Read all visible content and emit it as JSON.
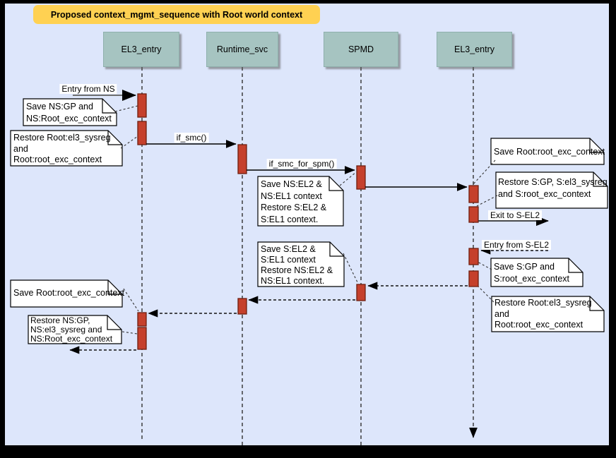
{
  "title": "Proposed context_mgmt_sequence with Root world context",
  "lifelines": [
    {
      "label": "EL3_entry"
    },
    {
      "label": "Runtime_svc"
    },
    {
      "label": "SPMD"
    },
    {
      "label": "EL3_entry"
    }
  ],
  "messages": {
    "entry_from_ns": "Entry from NS",
    "if_smc": "if_smc()",
    "if_smc_for_spm": "if_smc_for_spm()",
    "exit_to_s_el2": "Exit to S-EL2",
    "entry_from_s_el2": "Entry from S-EL2"
  },
  "notes": [
    {
      "text": "Save NS:GP and\nNS:Root_exc_context"
    },
    {
      "text": "Restore Root:el3_sysreg\nand\nRoot:root_exc_context"
    },
    {
      "text": "Save NS:EL2 &\nNS:EL1 context\nRestore S:EL2 &\nS:EL1 context."
    },
    {
      "text": "Save Root:root_exc_context"
    },
    {
      "text": "Restore S:GP, S:el3_sysreg\nand S:root_exc_context"
    },
    {
      "text": "Save S:GP and\nS:root_exc_context"
    },
    {
      "text": "Restore Root:el3_sysreg\nand\nRoot:root_exc_context"
    },
    {
      "text": "Save S:EL2 &\nS:EL1 context\nRestore NS:EL2 &\nNS:EL1 context."
    },
    {
      "text": "Save Root:root_exc_context"
    },
    {
      "text": "Restore NS:GP,\nNS:el3_sysreg and\nNS:Root_exc_context"
    }
  ],
  "colors": {
    "background": "#dde6fb",
    "frame": "#000000",
    "title_fill": "#ffd152",
    "header_fill": "#a6c4c1",
    "activation_fill": "#c5402c",
    "activation_border": "#6f1f10",
    "note_fill": "#ffffff"
  }
}
